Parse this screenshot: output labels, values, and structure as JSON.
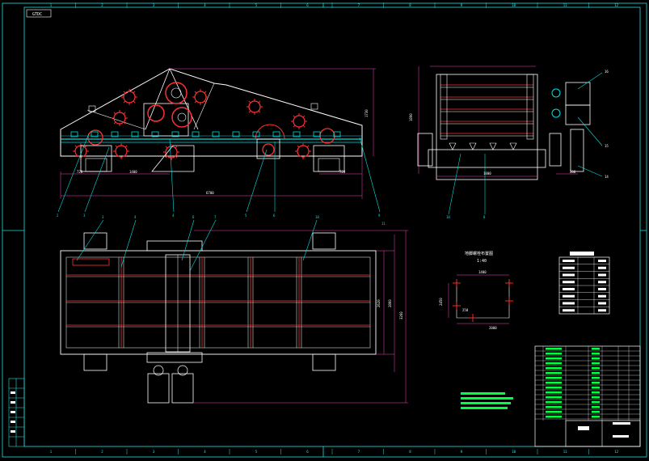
{
  "sheet": {
    "code": "GTDC",
    "grid_columns_top": [
      "1",
      "2",
      "3",
      "4",
      "5",
      "6",
      "7",
      "8",
      "9",
      "10",
      "11",
      "12"
    ],
    "grid_columns_bottom": [
      "1",
      "2",
      "3",
      "4",
      "5",
      "6",
      "7",
      "8",
      "9",
      "10",
      "11",
      "12"
    ],
    "colors": {
      "background": "#000000",
      "frame": "#1fe0e0",
      "outline": "#ffffff",
      "hidden": "#ff3030",
      "dimension": "#ff40c0",
      "leader": "#00e0e0",
      "green": "#00ff40"
    }
  },
  "front_view": {
    "dims": {
      "height": "1730",
      "bottom_total": "6700",
      "left_a": "720",
      "left_b": "1400",
      "right_a": "720"
    },
    "callouts": [
      "2",
      "3",
      "4",
      "5",
      "6",
      "9",
      "11"
    ]
  },
  "side_view": {
    "dims": {
      "height": "1890",
      "bottom_mid": "1800",
      "bottom_right": "280"
    },
    "callouts": [
      "10",
      "8"
    ],
    "right_callouts": [
      "16",
      "15",
      "14"
    ]
  },
  "plan_view": {
    "dims": {
      "width_inner": "2620",
      "width_mid": "2860",
      "width_outer": "3260"
    },
    "callouts": [
      "3",
      "4",
      "6",
      "7",
      "10"
    ]
  },
  "foundation": {
    "title": "地脚螺栓布置图",
    "scale": "1:40",
    "dims": {
      "top": "1400",
      "left": "2450",
      "mid": "250",
      "bottom": "2000"
    }
  }
}
